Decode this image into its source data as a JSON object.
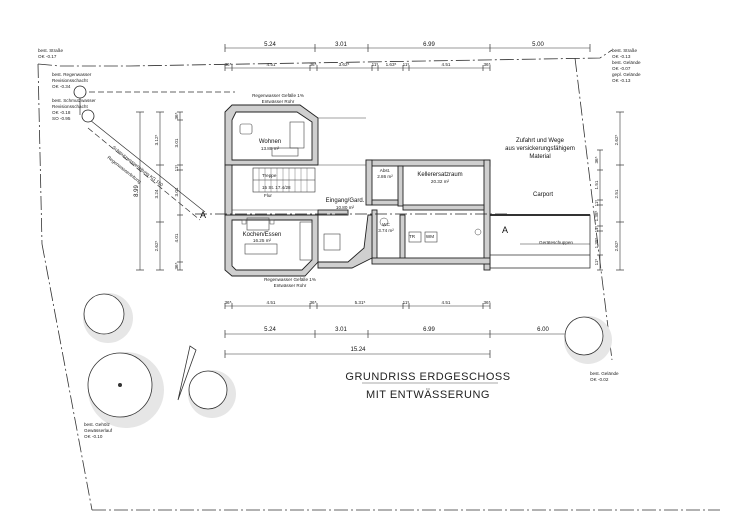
{
  "title": {
    "line1": "GRUNDRISS ERDGESCHOSS",
    "line2": "MIT ENTWÄSSERUNG"
  },
  "rooms": {
    "wohnen_name": "Wohnen",
    "wohnen_area": "13.88 m²",
    "kochen_name": "Kochen/Essen",
    "kochen_area": "16.25 m²",
    "eingang_name": "Eingang/Gard.",
    "eingang_area": "10.80 m²",
    "abst_name": "Abst.",
    "abst_area": "2.86 m²",
    "kellerersatz_name": "Kellerersatzraum",
    "kellerersatz_area": "20.32 m²",
    "wc_name": "WC",
    "wc_area": "3.74 m²",
    "flur": "Flur",
    "carport": "Carport",
    "geraeteschuppen": "Geräteschuppen",
    "zufahrt_1": "Zufahrt und Wege",
    "zufahrt_2": "aus versickerungsfähigem",
    "zufahrt_3": "Material",
    "tr": "TR",
    "wm": "WM",
    "section_left": "A",
    "section_right": "A"
  },
  "dimensions": {
    "top_outer": [
      "5.24",
      "3.01",
      "6.99",
      "5.00"
    ],
    "top_inner": [
      "36⁵",
      "4.51",
      "36⁵",
      "3.62⁵",
      "11⁵",
      "1.63⁵",
      "11⁵",
      "4.51",
      "36⁵"
    ],
    "bottom_inner": [
      "36⁵",
      "4.51",
      "36⁵",
      "5.31⁵",
      "11⁵",
      "4.51",
      "36⁵"
    ],
    "bottom_outer": [
      "5.24",
      "3.01",
      "6.99",
      "6.00"
    ],
    "bottom_total": "15.24",
    "left_outer": [
      "3.12⁵",
      "3.24",
      "2.62⁵"
    ],
    "left_total": "8.99",
    "left_inner": [
      "36⁵",
      "3.01",
      "11⁵",
      "3.01",
      "4.01",
      "36⁵"
    ],
    "right_outer": [
      "2.62⁵",
      "2.51",
      "2.62⁵"
    ],
    "right_inner": [
      "36⁵",
      "1.51",
      "11⁵",
      "1.38⁵",
      "11⁵",
      "1.38⁵",
      "11⁵"
    ]
  },
  "notes": {
    "tl_1": "best. Straße",
    "tl_2": "OK -0.17",
    "rw_1": "best. Regenwasser",
    "rw_2": "Revisionsschacht",
    "rw_3": "OK -0.34",
    "sw_1": "best. Schmutzwasser",
    "sw_2": "Revisionsschacht",
    "sw_3": "OK -0.18",
    "sw_4": "SO -0.95",
    "tr_1": "best. Straße",
    "tr_2": "OK -0.13",
    "tr_3": "best. Gelände",
    "tr_4": "OK -0.07",
    "tr_5": "gepl. Gelände",
    "tr_6": "OK -0.13",
    "br_1": "best. Gelände",
    "br_2": "OK -0.02",
    "bl_1": "best. Gehölz",
    "bl_2": "Gewässerlauf",
    "bl_3": "OK -0.10",
    "roof_top_1": "Regenwasser Gefälle 1%",
    "roof_top_2": "Entwässer Rohr",
    "roof_bot_1": "Regenwasser Gefälle 1%",
    "roof_bot_2": "Entwässer Rohr",
    "pipe_1": "Schmutzwasserleitung KG 150",
    "pipe_2": "Regenwasserleitung",
    "stair_1": "Treppe",
    "stair_2": "15 St. 17.4/28"
  },
  "colors": {
    "wall": "#cfcfcf",
    "line": "#222222",
    "shade": "#e6e6e6"
  }
}
